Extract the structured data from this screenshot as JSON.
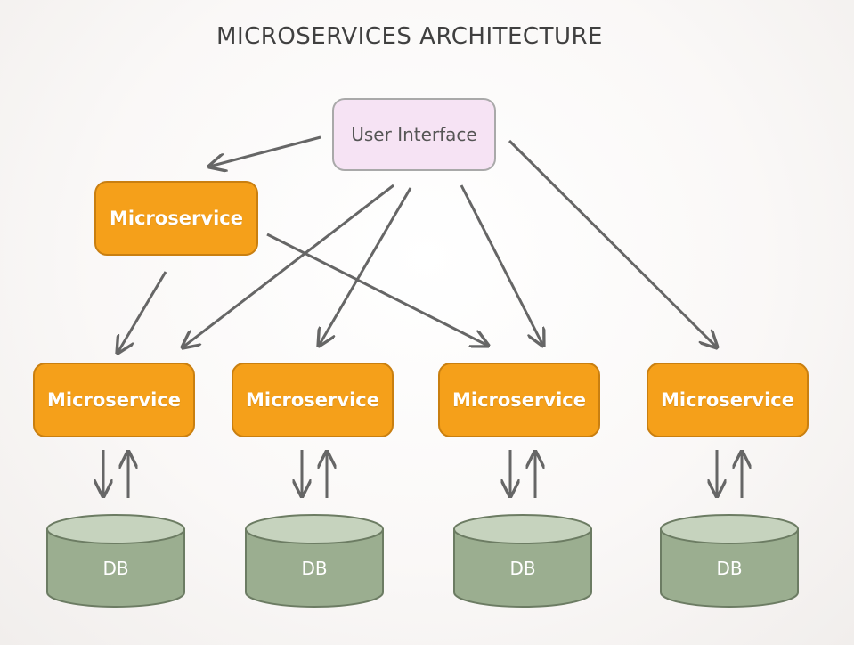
{
  "title": "MICROSERVICES ARCHITECTURE",
  "user_interface": {
    "label": "User Interface"
  },
  "microservices": [
    {
      "label": "Microservice"
    },
    {
      "label": "Microservice"
    },
    {
      "label": "Microservice"
    },
    {
      "label": "Microservice"
    },
    {
      "label": "Microservice"
    }
  ],
  "databases": [
    {
      "label": "DB"
    },
    {
      "label": "DB"
    },
    {
      "label": "DB"
    },
    {
      "label": "DB"
    }
  ],
  "colors": {
    "microservice_fill": "#f5a01a",
    "microservice_border": "#c97f10",
    "ui_fill": "#f6e3f4",
    "db_fill": "#9bae90",
    "db_top": "#c6d3be",
    "arrow": "#666666"
  }
}
